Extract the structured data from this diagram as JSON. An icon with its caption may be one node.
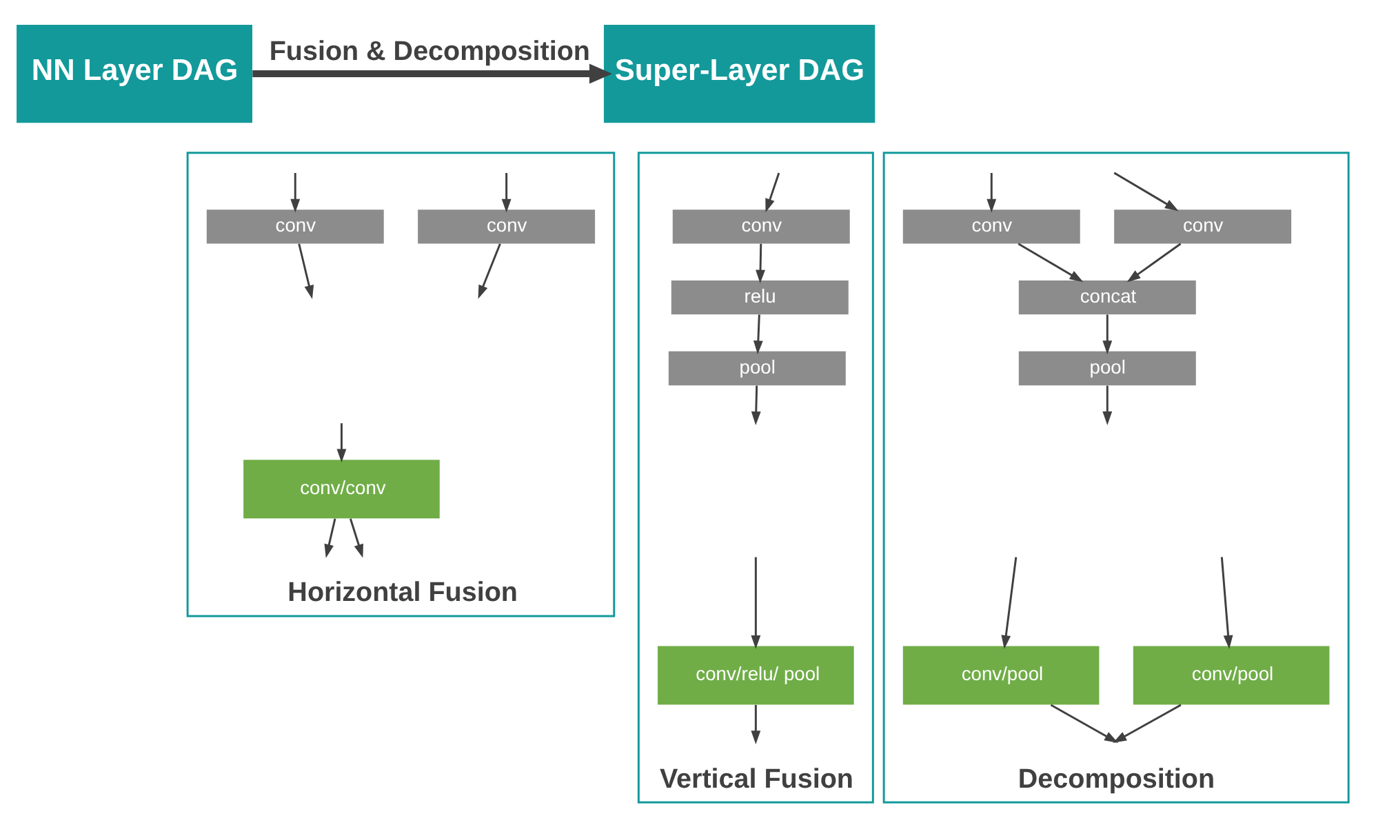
{
  "diagram": {
    "nodes": [
      {
        "text": [
          "NN Layer DAG"
        ]
      },
      {
        "text": [
          "Super-Layer DAG"
        ]
      },
      {
        "text": [
          "Vertical Fusion"
        ]
      },
      {
        "text": [
          "conv"
        ],
        "in": 2
      },
      {
        "text": [
          "relu"
        ],
        "in": 2
      },
      {
        "text": [
          "pool"
        ],
        "in": 2
      },
      {
        "text": [
          "conv/relu/ pool"
        ],
        "in": 2
      },
      {
        "text": [
          "Horizontal Fusion"
        ]
      },
      {
        "text": [
          "conv"
        ],
        "in": 7
      },
      {
        "text": [
          "conv"
        ],
        "in": 7
      },
      {
        "text": [
          "conv/conv"
        ],
        "in": 7
      },
      {
        "text": [
          "Decomposition"
        ]
      },
      {
        "text": [
          "conv"
        ],
        "in": 11
      },
      {
        "text": [
          "conv"
        ],
        "in": 11
      },
      {
        "text": [
          "concat"
        ],
        "in": 11
      },
      {
        "text": [
          "pool"
        ],
        "in": 11
      },
      {
        "text": [
          "conv/pool"
        ],
        "in": 11
      },
      {
        "text": [
          "conv/pool"
        ],
        "in": 11
      }
    ],
    "edges": [
      {
        "from": 0,
        "to": 1,
        "arrow": "to",
        "label": "Fusion & Decomposition",
        "style": "thick"
      },
      {
        "from": null,
        "to": 3,
        "arrow": "to"
      },
      {
        "from": 3,
        "to": 4,
        "arrow": "to"
      },
      {
        "from": 4,
        "to": 5,
        "arrow": "to"
      },
      {
        "from": 5,
        "to": null,
        "arrow": "to"
      },
      {
        "from": null,
        "to": 6,
        "arrow": "to"
      },
      {
        "from": 6,
        "to": null,
        "arrow": "to"
      },
      {
        "from": 8,
        "to": null,
        "arrow": "to"
      },
      {
        "from": 9,
        "to": null,
        "arrow": "to"
      },
      {
        "from": null,
        "to": 8,
        "arrow": "to"
      },
      {
        "from": null,
        "to": 9,
        "arrow": "to"
      },
      {
        "from": 10,
        "to": null,
        "arrow": "to"
      },
      {
        "from": 10,
        "to": null,
        "arrow": "to"
      },
      {
        "from": null,
        "to": 10,
        "arrow": "to"
      },
      {
        "from": null,
        "to": 12,
        "arrow": "to"
      },
      {
        "from": null,
        "to": 13,
        "arrow": "to"
      },
      {
        "from": 12,
        "to": 14,
        "arrow": "to"
      },
      {
        "from": 13,
        "to": 14,
        "arrow": "to"
      },
      {
        "from": 14,
        "to": 15,
        "arrow": "to"
      },
      {
        "from": 15,
        "to": null,
        "arrow": "to"
      },
      {
        "from": null,
        "to": 16,
        "arrow": "to"
      },
      {
        "from": null,
        "to": 17,
        "arrow": "to"
      },
      {
        "from": 16,
        "to": null,
        "arrow": "to"
      },
      {
        "from": 17,
        "to": null,
        "arrow": "to"
      }
    ]
  }
}
